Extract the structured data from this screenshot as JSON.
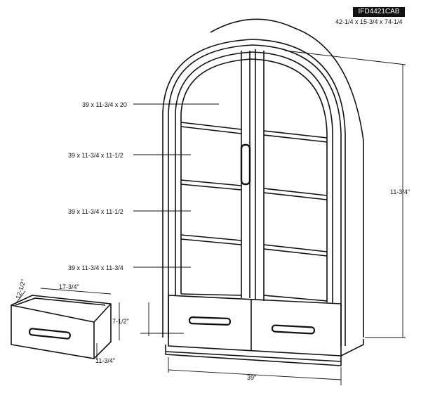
{
  "header": {
    "model": "IFD4421CAB",
    "overall_dimensions": "42-1/4 x 15-3/4 x 74-1/4"
  },
  "shelves": [
    {
      "label": "39 x 11-3/4 x 20"
    },
    {
      "label": "39 x 11-3/4 x 11-1/2"
    },
    {
      "label": "39 x 11-3/4 x 11-1/2"
    },
    {
      "label": "39 x 11-3/4 x 11-3/4"
    }
  ],
  "dimensions": {
    "side_depth": "11-3/4\"",
    "bottom_width": "39\"",
    "drawer_width": "17-3/4\"",
    "drawer_depth": "12-1/2\"",
    "drawer_height": "7-1/2\"",
    "drawer_inner": "11-3/4\""
  }
}
